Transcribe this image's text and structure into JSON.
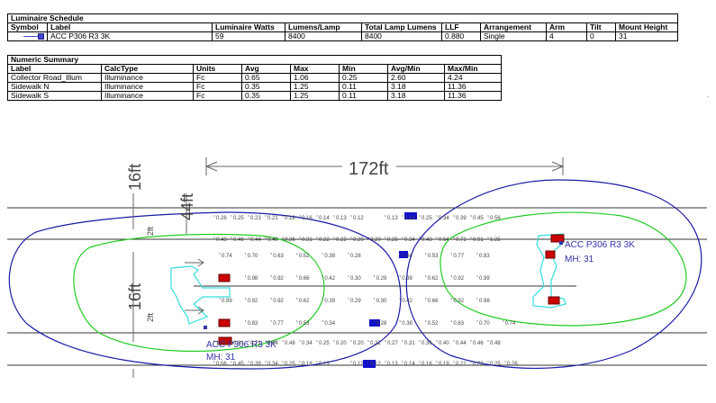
{
  "luminaire_schedule": {
    "title": "Luminaire Schedule",
    "headers": [
      "Symbol",
      "Label",
      "Luminaire Watts",
      "Lumens/Lamp",
      "Total Lamp Lumens",
      "LLF",
      "Arrangement",
      "Arm",
      "Tilt",
      "Mount Height"
    ],
    "row": [
      "",
      "ACC P306 R3 3K",
      "59",
      "8400",
      "8400",
      "0.880",
      "Single",
      "4",
      "0",
      "31"
    ]
  },
  "numeric_summary": {
    "title": "Numeric Summary",
    "headers": [
      "Label",
      "CalcType",
      "Units",
      "Avg",
      "Max",
      "Min",
      "Avg/Min",
      "Max/Min"
    ],
    "rows": [
      [
        "Collector Road_Illum",
        "Illuminance",
        "Fc",
        "0.65",
        "1.06",
        "0.25",
        "2.60",
        "4.24"
      ],
      [
        "Sidewalk N",
        "Illuminance",
        "Fc",
        "0.35",
        "1.25",
        "0.11",
        "3.18",
        "11.36"
      ],
      [
        "Sidewalk S",
        "Illuminance",
        "Fc",
        "0.35",
        "1.25",
        "0.11",
        "3.18",
        "11.36"
      ]
    ]
  },
  "plan": {
    "dimension_top": "172ft",
    "dimension_sidewalk_top": "16ft",
    "dimension_median": "44ft",
    "dimension_road": "16ft",
    "dimension_gap_upper": "2ft",
    "dimension_gap_lower": "2ft",
    "fixture_label_right": "ACC P306 R3 3K",
    "fixture_mh_right": "MH: 31",
    "fixture_label_left": "ACC P306 R3 3K",
    "fixture_mh_left": "MH: 31",
    "grid_rows": [
      [
        "0.26",
        "0.25",
        "0.23",
        "0.21",
        "0.18",
        "0.16",
        "0.14",
        "0.13",
        "0.12",
        "",
        "0.13",
        "0.18",
        "0.25",
        "0.34",
        "0.39",
        "0.45",
        "0.56"
      ],
      [
        "0.48",
        "0.46",
        "0.44",
        "0.40",
        "0.36",
        "0.31",
        "0.22",
        "0.22",
        "0.20",
        "0.20",
        "0.25",
        "0.34",
        "0.48",
        "0.64",
        "0.71",
        "0.91",
        "1.25"
      ],
      [
        "0.74",
        "0.70",
        "0.63",
        "0.52",
        "0.38",
        "0.28",
        "",
        "0.34",
        "0.53",
        "0.77",
        "0.83",
        ""
      ],
      [
        "",
        "0.98",
        "0.92",
        "0.66",
        "0.42",
        "0.30",
        "0.29",
        "0.39",
        "0.62",
        "0.92",
        "0.99"
      ],
      [
        "0.99",
        "0.92",
        "0.92",
        "0.62",
        "0.39",
        "0.29",
        "0.30",
        "0.42",
        "0.66",
        "0.92",
        "0.98"
      ],
      [
        "",
        "0.83",
        "0.77",
        "0.53",
        "0.34",
        "",
        "0.28",
        "0.38",
        "0.52",
        "0.63",
        "0.70",
        "0.74"
      ],
      [
        "1.25",
        "0.91",
        "0.71",
        "0.64",
        "0.48",
        "0.34",
        "0.25",
        "0.20",
        "0.20",
        "0.22",
        "0.27",
        "0.31",
        "0.36",
        "0.40",
        "0.44",
        "0.46",
        "0.48"
      ],
      [
        "0.56",
        "0.45",
        "0.39",
        "0.34",
        "0.25",
        "0.18",
        "0.13",
        "",
        "0.12",
        "0.12",
        "0.13",
        "0.14",
        "0.16",
        "0.19",
        "0.21",
        "0.23",
        "0.25",
        "0.26"
      ]
    ]
  },
  "colors": {
    "blue_contour": "#1a1aa8",
    "green_contour": "#22cc22",
    "cyan_contour": "#33dddd",
    "fixture_red": "#cc0000",
    "fixture_blue": "#1111cc",
    "road_lines": "#333333"
  }
}
